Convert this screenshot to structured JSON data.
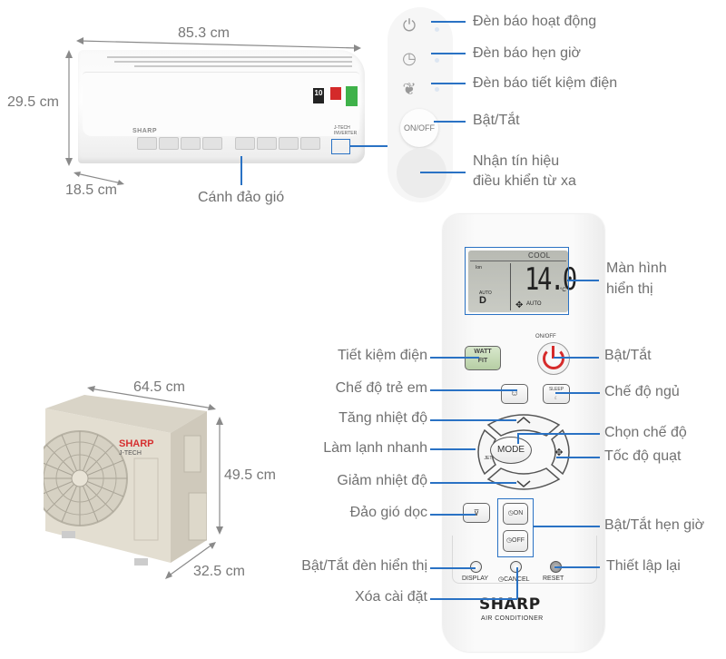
{
  "colors": {
    "callout_line": "#2a72c4",
    "label_text": "#717171",
    "power_red": "#d62b2b",
    "watt_green": "#c4dab4"
  },
  "indoor_unit": {
    "dimensions": {
      "width": "85.3 cm",
      "height": "29.5 cm",
      "depth": "18.5 cm"
    },
    "brand": "SHARP",
    "series": "J-TECH INVERTER",
    "energy_badge": "10",
    "callout_vane": "Cánh đảo gió"
  },
  "indicator_panel": {
    "on_off_label": "ON/OFF",
    "items": [
      {
        "icon": "power-icon",
        "label": "Đèn báo hoạt động"
      },
      {
        "icon": "clock-icon",
        "label": "Đèn báo hẹn giờ"
      },
      {
        "icon": "leaf-icon",
        "label": "Đèn báo tiết kiệm điện"
      },
      {
        "icon": "on-off-button",
        "label": "Bật/Tắt"
      },
      {
        "icon": "receiver",
        "label_line1": "Nhận tín hiệu",
        "label_line2": "điều khiển từ xa"
      }
    ]
  },
  "remote": {
    "display": {
      "mode": "COOL",
      "temperature": "14.0",
      "unit": "°C",
      "ion": "Ion",
      "left_auto": "AUTO",
      "left_mode": "D",
      "fan_auto": "AUTO"
    },
    "buttons": {
      "onoff_caption": "ON/OFF",
      "watt_fit_1": "WATT",
      "watt_fit_2": "FIT",
      "sleep": "SLEEP",
      "mode": "MODE",
      "jet": "JET",
      "timer_on": "ON",
      "timer_off": "OFF",
      "display": "DISPLAY",
      "cancel": "CANCEL",
      "reset": "RESET"
    },
    "brand": "SHARP",
    "subtitle": "AIR CONDITIONER",
    "callouts_left": [
      "Tiết kiệm điện",
      "Chế độ trẻ em",
      "Tăng nhiệt độ",
      "Làm lạnh nhanh",
      "Giảm nhiệt độ",
      "Đảo gió dọc",
      "Bật/Tắt đèn hiển thị",
      "Xóa cài đặt"
    ],
    "callouts_right": [
      {
        "line1": "Màn hình",
        "line2": "hiển thị"
      },
      {
        "line1": "Bật/Tắt"
      },
      {
        "line1": "Chế độ ngủ"
      },
      {
        "line1": "Chọn chế độ"
      },
      {
        "line1": "Tốc độ quạt"
      },
      {
        "line1": "Bật/Tắt hẹn giờ"
      },
      {
        "line1": "Thiết lập lại"
      }
    ]
  },
  "outdoor_unit": {
    "dimensions": {
      "width": "64.5 cm",
      "height": "49.5 cm",
      "depth": "32.5 cm"
    },
    "brand": "SHARP",
    "series": "J-TECH"
  }
}
